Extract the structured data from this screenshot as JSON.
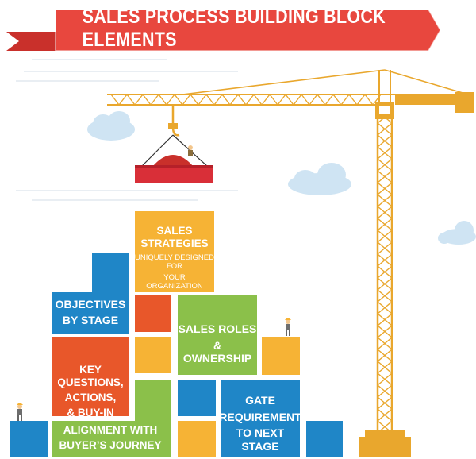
{
  "title": "SALES PROCESS BUILDING BLOCK ELEMENTS",
  "blocks": {
    "sales_strategies": {
      "line1": "SALES",
      "line2": "STRATEGIES",
      "sub1": "UNIQUELY DESIGNED FOR",
      "sub2": "YOUR ORGANIZATION"
    },
    "objectives": {
      "line1": "OBJECTIVES",
      "line2": "BY STAGE"
    },
    "sales_roles": {
      "line1": "SALES ROLES",
      "line2": "& OWNERSHIP"
    },
    "key_questions": {
      "line1": "KEY QUESTIONS,",
      "line2": "ACTIONS,",
      "line3": "& BUY-IN"
    },
    "gate": {
      "line1": "GATE",
      "line2": "REQUIREMENT",
      "line3": "TO NEXT STAGE"
    },
    "alignment": {
      "line1": "ALIGNMENT WITH",
      "line2": "BUYER’S JOURNEY"
    }
  },
  "colors": {
    "blue": "#1f86c7",
    "red": "#e8572a",
    "yellow": "#f6b335",
    "green": "#8bc04a",
    "banner": "#e8473e",
    "crane": "#e9a72d",
    "cloud": "#cfe4f3"
  },
  "icons": [
    "crane-icon",
    "cloud-icon",
    "worker-icon",
    "ribbon-banner-icon",
    "hook-icon",
    "cargo-block-icon"
  ]
}
